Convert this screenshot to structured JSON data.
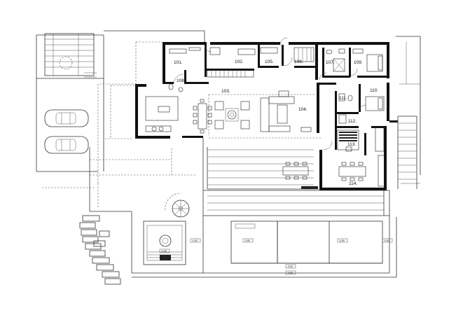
{
  "rooms": [
    {
      "id": "101",
      "label": "101."
    },
    {
      "id": "102",
      "label": "102."
    },
    {
      "id": "103",
      "label": "103."
    },
    {
      "id": "104",
      "label": "104."
    },
    {
      "id": "105",
      "label": "105."
    },
    {
      "id": "106",
      "label": "106."
    },
    {
      "id": "107",
      "label": "107."
    },
    {
      "id": "108",
      "label": "108."
    },
    {
      "id": "109",
      "label": "109."
    },
    {
      "id": "110",
      "label": "110."
    },
    {
      "id": "111",
      "label": "111."
    },
    {
      "id": "112",
      "label": "112."
    },
    {
      "id": "113",
      "label": "113."
    },
    {
      "id": "114",
      "label": "114."
    }
  ],
  "level_marks": [
    "-0,60",
    "-0,60",
    "-0,60",
    "-0,60",
    "-0,60",
    "-0,60",
    "-0,60"
  ],
  "colors": {
    "wall": "#111111",
    "line": "#333333",
    "dashed": "#555555",
    "background": "#ffffff"
  }
}
